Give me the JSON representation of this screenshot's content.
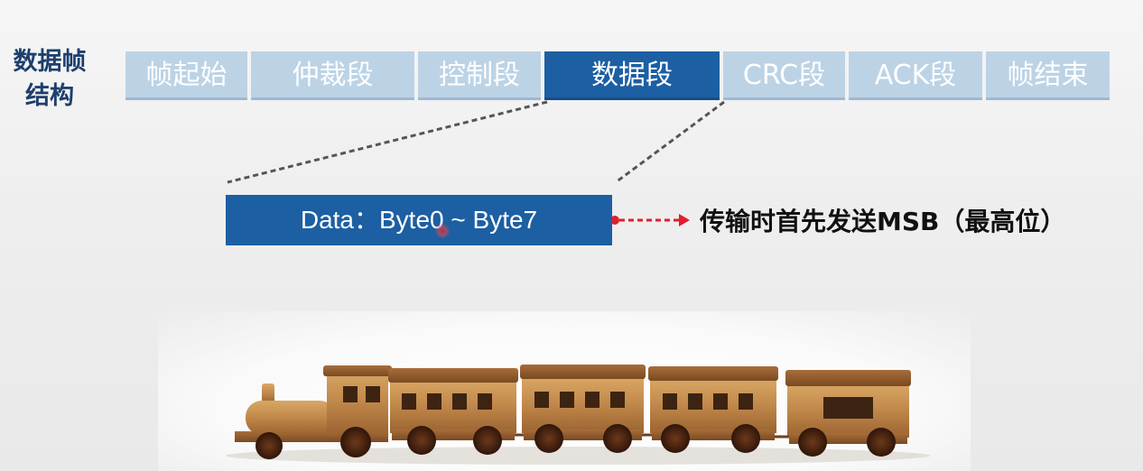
{
  "side_title": {
    "line1": "数据帧",
    "line2": "结构"
  },
  "frame_segments": [
    {
      "label": "帧起始",
      "active": false
    },
    {
      "label": "仲裁段",
      "active": false
    },
    {
      "label": "控制段",
      "active": false
    },
    {
      "label": "数据段",
      "active": true
    },
    {
      "label": "CRC段",
      "active": false
    },
    {
      "label": "ACK段",
      "active": false
    },
    {
      "label": "帧结束",
      "active": false
    }
  ],
  "data_box": {
    "text": "Data：Byte0 ~ Byte7"
  },
  "note": {
    "text": "传输时首先发送MSB（最高位）"
  },
  "colors": {
    "segment_inactive": "#bcd3e6",
    "segment_active": "#1c5fa3",
    "title": "#1d3f6e",
    "arrow": "#e0202a"
  },
  "illustration": {
    "subject": "wooden-toy-train-icon",
    "cars": 5
  }
}
